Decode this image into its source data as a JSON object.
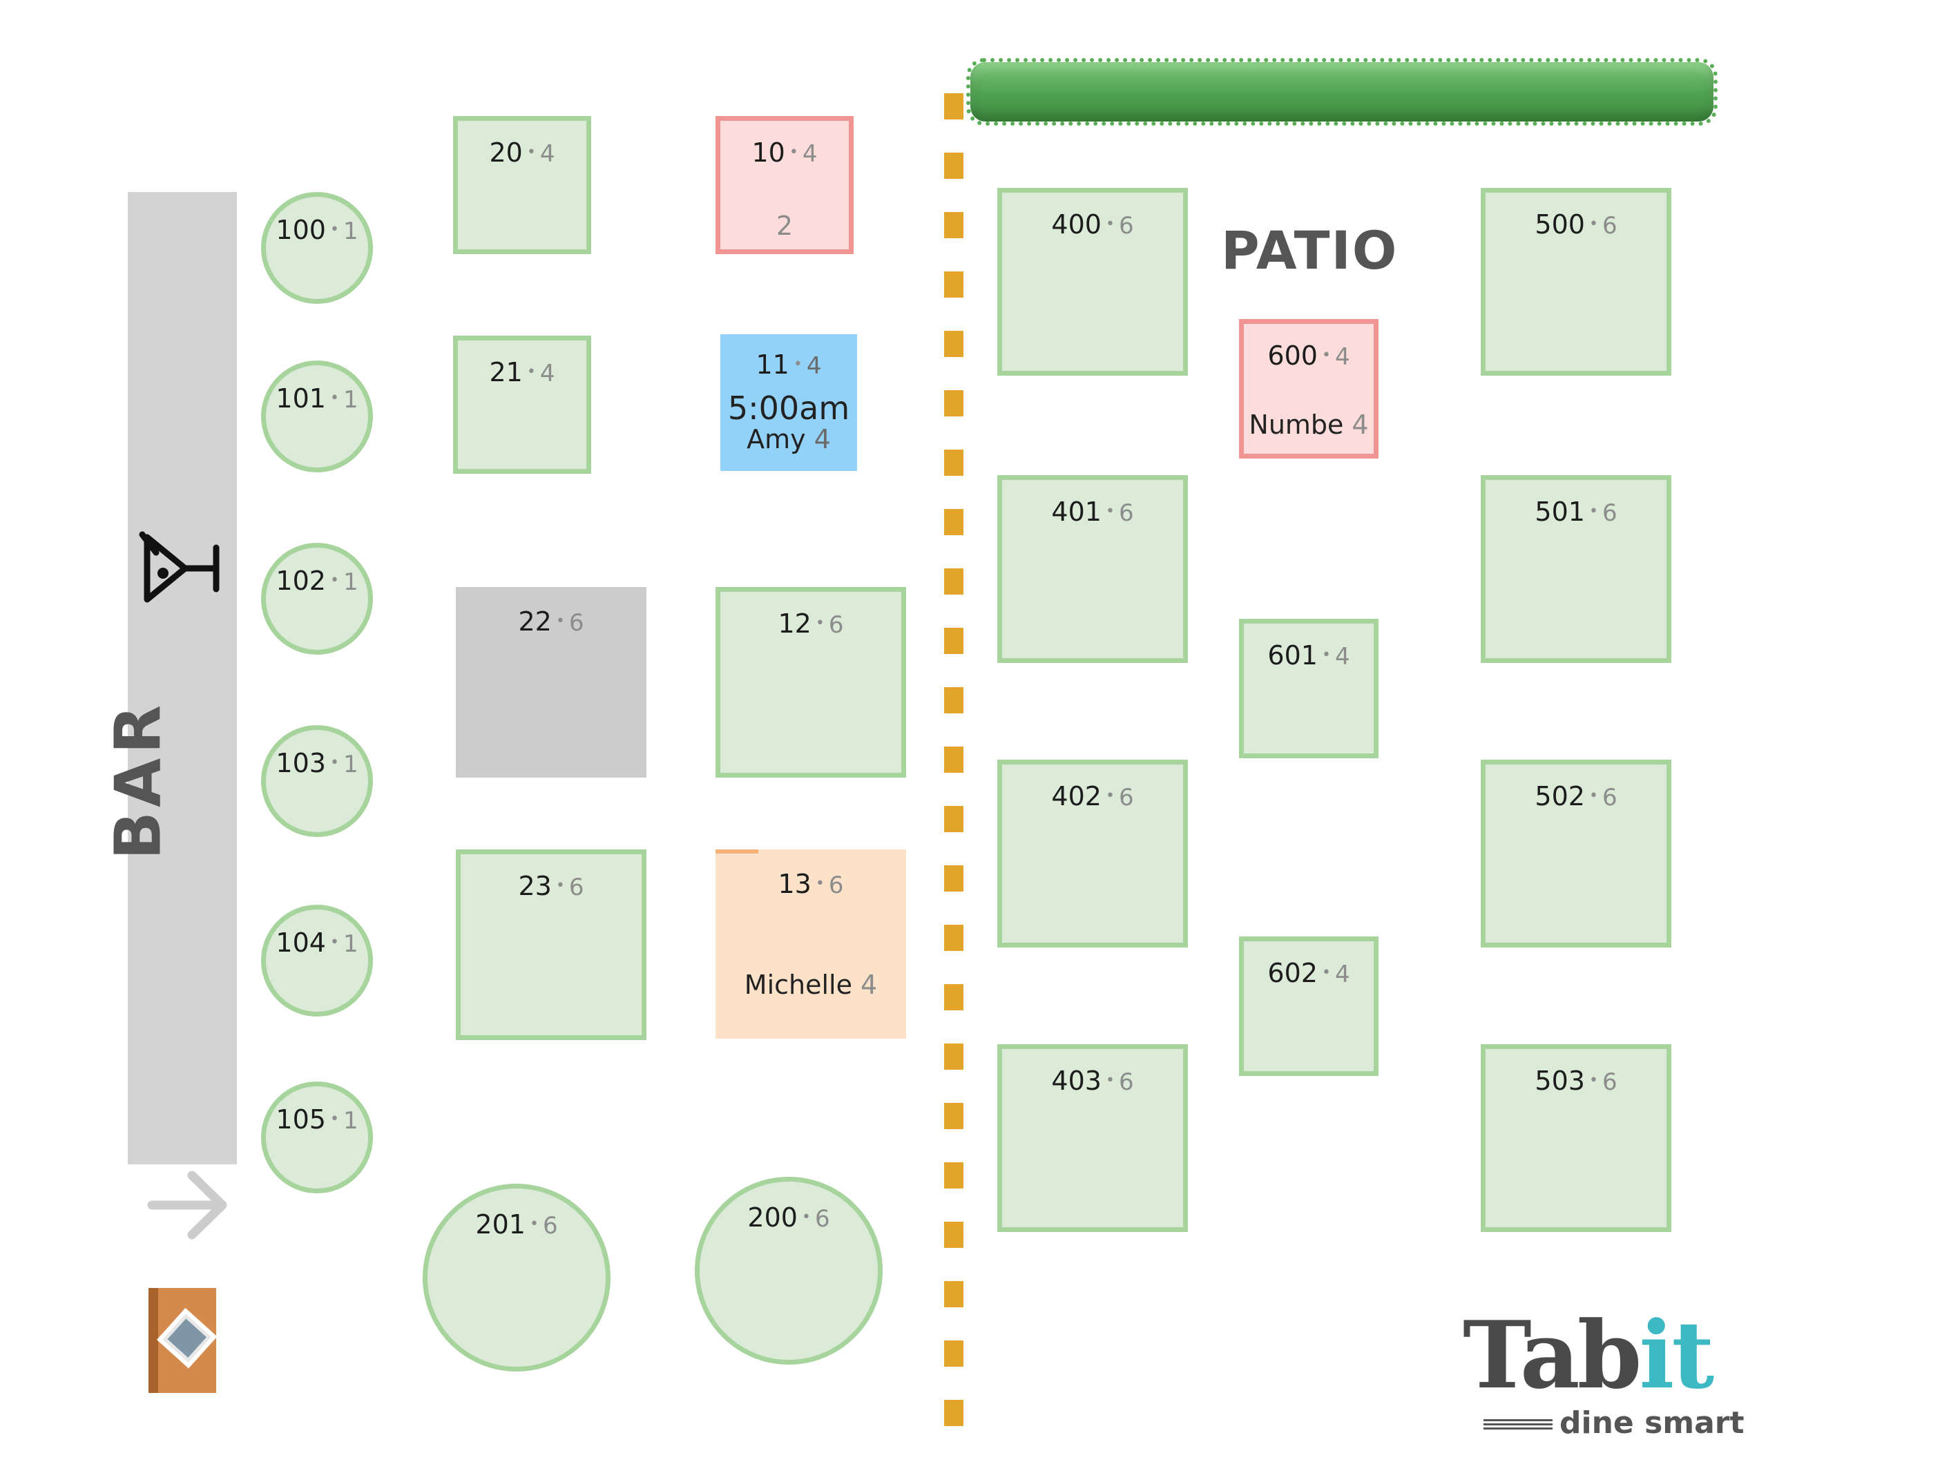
{
  "sections": {
    "bar_label": "BAR",
    "patio_label": "PATIO"
  },
  "logo": {
    "brand_prefix": "Tab",
    "brand_accent": "it",
    "tagline": "dine smart"
  },
  "colors": {
    "table_available": "#dcebd8",
    "table_border": "#a6d49c",
    "table_blocked": "#cccccc",
    "table_alert": "#fddcdc",
    "table_reserved": "#93d2f8",
    "table_seated": "#fbe2c8",
    "divider": "#e2a42a",
    "brand_accent": "#3db9c4"
  },
  "icons": {
    "bar": "cocktail-glass-icon",
    "entrance": "arrow-right-icon",
    "door": "door-icon"
  },
  "tables": {
    "t100": {
      "number": "100",
      "capacity": "1"
    },
    "t101": {
      "number": "101",
      "capacity": "1"
    },
    "t102": {
      "number": "102",
      "capacity": "1"
    },
    "t103": {
      "number": "103",
      "capacity": "1"
    },
    "t104": {
      "number": "104",
      "capacity": "1"
    },
    "t105": {
      "number": "105",
      "capacity": "1"
    },
    "t20": {
      "number": "20",
      "capacity": "4"
    },
    "t21": {
      "number": "21",
      "capacity": "4"
    },
    "t22": {
      "number": "22",
      "capacity": "6"
    },
    "t23": {
      "number": "23",
      "capacity": "6"
    },
    "t10": {
      "number": "10",
      "capacity": "4",
      "party_size": "2"
    },
    "t11": {
      "number": "11",
      "capacity": "4",
      "time": "5:00am",
      "guest": "Amy",
      "party_size": "4"
    },
    "t12": {
      "number": "12",
      "capacity": "6"
    },
    "t13": {
      "number": "13",
      "capacity": "6",
      "guest": "Michelle",
      "party_size": "4"
    },
    "t200": {
      "number": "200",
      "capacity": "6"
    },
    "t201": {
      "number": "201",
      "capacity": "6"
    },
    "t400": {
      "number": "400",
      "capacity": "6"
    },
    "t401": {
      "number": "401",
      "capacity": "6"
    },
    "t402": {
      "number": "402",
      "capacity": "6"
    },
    "t403": {
      "number": "403",
      "capacity": "6"
    },
    "t500": {
      "number": "500",
      "capacity": "6"
    },
    "t501": {
      "number": "501",
      "capacity": "6"
    },
    "t502": {
      "number": "502",
      "capacity": "6"
    },
    "t503": {
      "number": "503",
      "capacity": "6"
    },
    "t600": {
      "number": "600",
      "capacity": "4",
      "guest": "Numbe",
      "party_size": "4"
    },
    "t601": {
      "number": "601",
      "capacity": "4"
    },
    "t602": {
      "number": "602",
      "capacity": "4"
    }
  }
}
